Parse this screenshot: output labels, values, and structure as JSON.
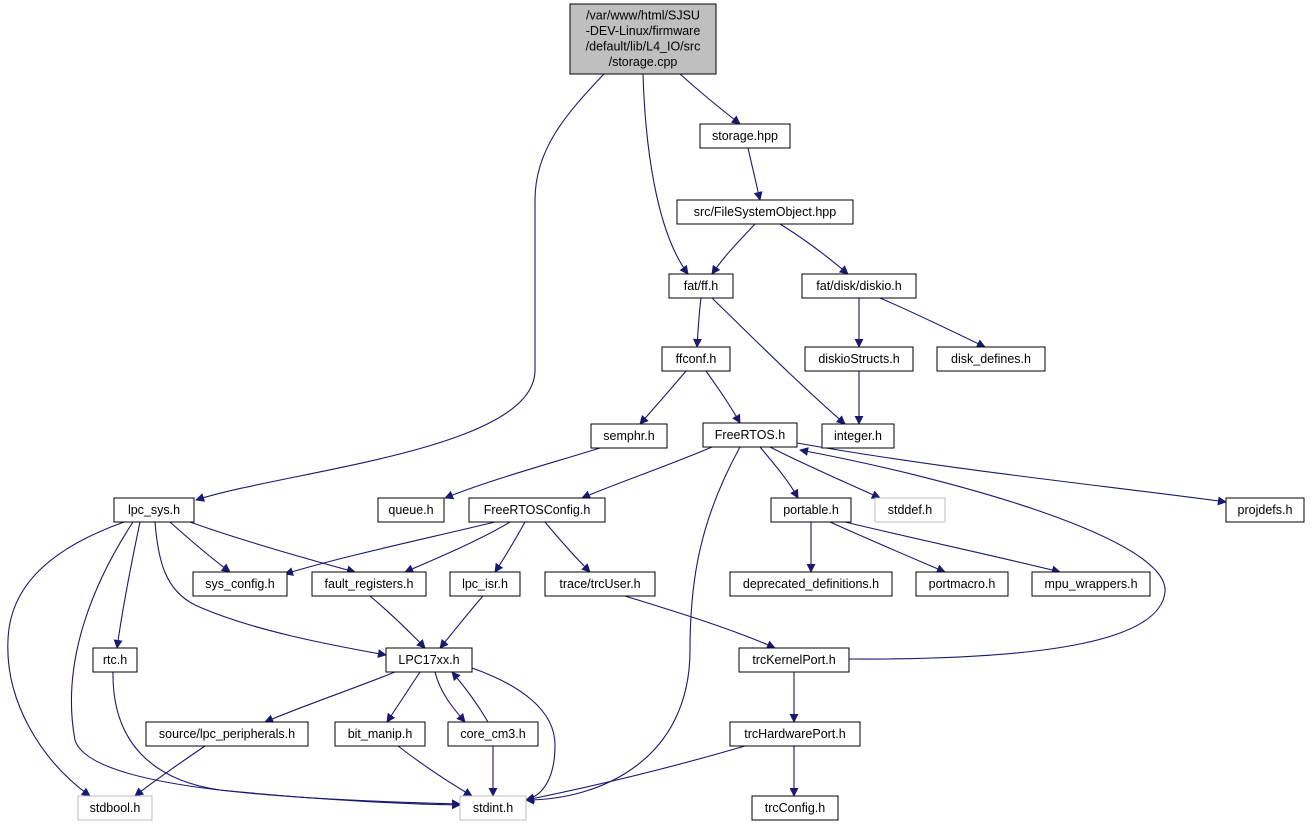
{
  "graph": {
    "nodes": [
      {
        "id": "storage_cpp",
        "lines": [
          "/var/www/html/SJSU",
          "-DEV-Linux/firmware",
          "/default/lib/L4_IO/src",
          "/storage.cpp"
        ],
        "kind": "root"
      },
      {
        "id": "storage_hpp",
        "lines": [
          "storage.hpp"
        ],
        "kind": "normal"
      },
      {
        "id": "fso_hpp",
        "lines": [
          "src/FileSystemObject.hpp"
        ],
        "kind": "normal"
      },
      {
        "id": "ff_h",
        "lines": [
          "fat/ff.h"
        ],
        "kind": "normal"
      },
      {
        "id": "diskio_h",
        "lines": [
          "fat/disk/diskio.h"
        ],
        "kind": "normal"
      },
      {
        "id": "ffconf_h",
        "lines": [
          "ffconf.h"
        ],
        "kind": "normal"
      },
      {
        "id": "diskioStructs_h",
        "lines": [
          "diskioStructs.h"
        ],
        "kind": "normal"
      },
      {
        "id": "disk_defines_h",
        "lines": [
          "disk_defines.h"
        ],
        "kind": "normal"
      },
      {
        "id": "semphr_h",
        "lines": [
          "semphr.h"
        ],
        "kind": "normal"
      },
      {
        "id": "FreeRTOS_h",
        "lines": [
          "FreeRTOS.h"
        ],
        "kind": "normal"
      },
      {
        "id": "integer_h",
        "lines": [
          "integer.h"
        ],
        "kind": "normal"
      },
      {
        "id": "lpc_sys_h",
        "lines": [
          "lpc_sys.h"
        ],
        "kind": "normal"
      },
      {
        "id": "queue_h",
        "lines": [
          "queue.h"
        ],
        "kind": "normal"
      },
      {
        "id": "FreeRTOSConfig_h",
        "lines": [
          "FreeRTOSConfig.h"
        ],
        "kind": "normal"
      },
      {
        "id": "portable_h",
        "lines": [
          "portable.h"
        ],
        "kind": "normal"
      },
      {
        "id": "stddef_h",
        "lines": [
          "stddef.h"
        ],
        "kind": "external"
      },
      {
        "id": "projdefs_h",
        "lines": [
          "projdefs.h"
        ],
        "kind": "normal"
      },
      {
        "id": "sys_config_h",
        "lines": [
          "sys_config.h"
        ],
        "kind": "normal"
      },
      {
        "id": "fault_registers_h",
        "lines": [
          "fault_registers.h"
        ],
        "kind": "normal"
      },
      {
        "id": "lpc_isr_h",
        "lines": [
          "lpc_isr.h"
        ],
        "kind": "normal"
      },
      {
        "id": "trcUser_h",
        "lines": [
          "trace/trcUser.h"
        ],
        "kind": "normal"
      },
      {
        "id": "deprecated_definitions_h",
        "lines": [
          "deprecated_definitions.h"
        ],
        "kind": "normal"
      },
      {
        "id": "portmacro_h",
        "lines": [
          "portmacro.h"
        ],
        "kind": "normal"
      },
      {
        "id": "mpu_wrappers_h",
        "lines": [
          "mpu_wrappers.h"
        ],
        "kind": "normal"
      },
      {
        "id": "rtc_h",
        "lines": [
          "rtc.h"
        ],
        "kind": "normal"
      },
      {
        "id": "LPC17xx_h",
        "lines": [
          "LPC17xx.h"
        ],
        "kind": "normal"
      },
      {
        "id": "trcKernelPort_h",
        "lines": [
          "trcKernelPort.h"
        ],
        "kind": "normal"
      },
      {
        "id": "lpc_peripherals_h",
        "lines": [
          "source/lpc_peripherals.h"
        ],
        "kind": "normal"
      },
      {
        "id": "bit_manip_h",
        "lines": [
          "bit_manip.h"
        ],
        "kind": "normal"
      },
      {
        "id": "core_cm3_h",
        "lines": [
          "core_cm3.h"
        ],
        "kind": "normal"
      },
      {
        "id": "trcHardwarePort_h",
        "lines": [
          "trcHardwarePort.h"
        ],
        "kind": "normal"
      },
      {
        "id": "stdbool_h",
        "lines": [
          "stdbool.h"
        ],
        "kind": "external"
      },
      {
        "id": "stdint_h",
        "lines": [
          "stdint.h"
        ],
        "kind": "external"
      },
      {
        "id": "trcConfig_h",
        "lines": [
          "trcConfig.h"
        ],
        "kind": "normal"
      }
    ],
    "edges": [
      {
        "from": "storage_cpp",
        "to": "storage_hpp"
      },
      {
        "from": "storage_cpp",
        "to": "ff_h"
      },
      {
        "from": "storage_cpp",
        "to": "lpc_sys_h"
      },
      {
        "from": "storage_hpp",
        "to": "fso_hpp"
      },
      {
        "from": "fso_hpp",
        "to": "ff_h"
      },
      {
        "from": "fso_hpp",
        "to": "diskio_h"
      },
      {
        "from": "ff_h",
        "to": "ffconf_h"
      },
      {
        "from": "ff_h",
        "to": "integer_h"
      },
      {
        "from": "diskio_h",
        "to": "diskioStructs_h"
      },
      {
        "from": "diskio_h",
        "to": "disk_defines_h"
      },
      {
        "from": "diskioStructs_h",
        "to": "integer_h"
      },
      {
        "from": "ffconf_h",
        "to": "semphr_h"
      },
      {
        "from": "ffconf_h",
        "to": "FreeRTOS_h"
      },
      {
        "from": "semphr_h",
        "to": "queue_h"
      },
      {
        "from": "FreeRTOS_h",
        "to": "FreeRTOSConfig_h"
      },
      {
        "from": "FreeRTOS_h",
        "to": "portable_h"
      },
      {
        "from": "FreeRTOS_h",
        "to": "stddef_h"
      },
      {
        "from": "FreeRTOS_h",
        "to": "projdefs_h"
      },
      {
        "from": "FreeRTOS_h",
        "to": "stdint_h"
      },
      {
        "from": "lpc_sys_h",
        "to": "sys_config_h"
      },
      {
        "from": "lpc_sys_h",
        "to": "fault_registers_h"
      },
      {
        "from": "lpc_sys_h",
        "to": "rtc_h"
      },
      {
        "from": "lpc_sys_h",
        "to": "LPC17xx_h"
      },
      {
        "from": "lpc_sys_h",
        "to": "stdbool_h"
      },
      {
        "from": "lpc_sys_h",
        "to": "stdint_h"
      },
      {
        "from": "FreeRTOSConfig_h",
        "to": "sys_config_h"
      },
      {
        "from": "FreeRTOSConfig_h",
        "to": "fault_registers_h"
      },
      {
        "from": "FreeRTOSConfig_h",
        "to": "lpc_isr_h"
      },
      {
        "from": "FreeRTOSConfig_h",
        "to": "trcUser_h"
      },
      {
        "from": "portable_h",
        "to": "deprecated_definitions_h"
      },
      {
        "from": "portable_h",
        "to": "portmacro_h"
      },
      {
        "from": "portable_h",
        "to": "mpu_wrappers_h"
      },
      {
        "from": "fault_registers_h",
        "to": "LPC17xx_h"
      },
      {
        "from": "lpc_isr_h",
        "to": "LPC17xx_h"
      },
      {
        "from": "trcUser_h",
        "to": "trcKernelPort_h"
      },
      {
        "from": "trcKernelPort_h",
        "to": "FreeRTOS_h"
      },
      {
        "from": "trcKernelPort_h",
        "to": "trcHardwarePort_h"
      },
      {
        "from": "rtc_h",
        "to": "stdint_h"
      },
      {
        "from": "LPC17xx_h",
        "to": "lpc_peripherals_h"
      },
      {
        "from": "LPC17xx_h",
        "to": "bit_manip_h"
      },
      {
        "from": "LPC17xx_h",
        "to": "core_cm3_h"
      },
      {
        "from": "LPC17xx_h",
        "to": "stdint_h"
      },
      {
        "from": "core_cm3_h",
        "to": "LPC17xx_h"
      },
      {
        "from": "core_cm3_h",
        "to": "stdint_h"
      },
      {
        "from": "lpc_peripherals_h",
        "to": "stdbool_h"
      },
      {
        "from": "bit_manip_h",
        "to": "stdint_h"
      },
      {
        "from": "trcHardwarePort_h",
        "to": "stdint_h"
      },
      {
        "from": "trcHardwarePort_h",
        "to": "trcConfig_h"
      }
    ]
  }
}
